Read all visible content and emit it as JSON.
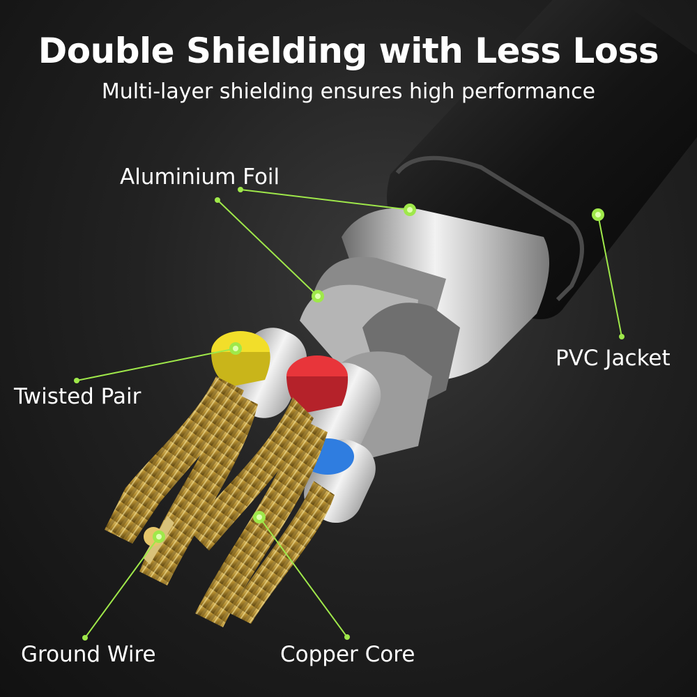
{
  "heading": {
    "title": "Double Shielding with Less Loss",
    "subtitle": "Multi-layer shielding ensures high performance"
  },
  "callouts": {
    "aluminium_foil": "Aluminium Foil",
    "pvc_jacket": "PVC Jacket",
    "twisted_pair": "Twisted Pair",
    "ground_wire": "Ground Wire",
    "copper_core": "Copper Core"
  },
  "colors": {
    "accent": "#9fe84a",
    "jacket": "#1b1b1b",
    "foil": "#d9d9d9",
    "copper": "#c9a545",
    "pair_yellow": "#f2de2a",
    "pair_red": "#e8353a",
    "pair_blue": "#2f7de0"
  }
}
